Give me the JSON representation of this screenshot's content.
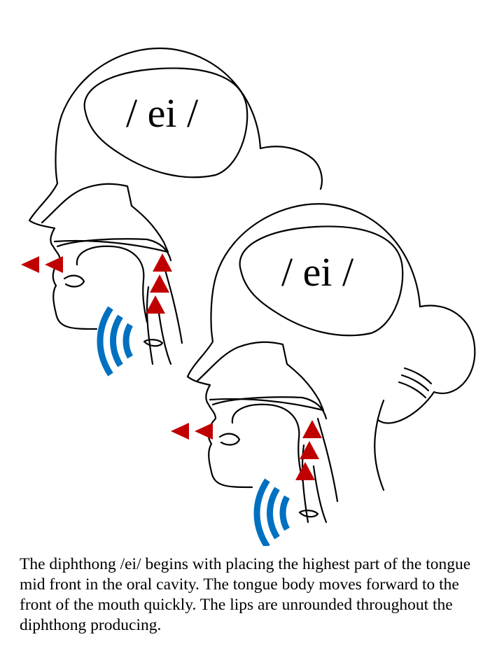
{
  "figures": [
    {
      "phoneme": "/ ei /"
    },
    {
      "phoneme": "/ ei /"
    }
  ],
  "colors": {
    "outline": "#000000",
    "arrow": "#c00000",
    "voicing": "#0070c0"
  },
  "caption": "The diphthong /ei/ begins with placing the highest part of the tongue mid front in the oral cavity. The tongue body moves forward to the front of the mouth quickly. The lips are unrounded throughout the diphthong producing."
}
